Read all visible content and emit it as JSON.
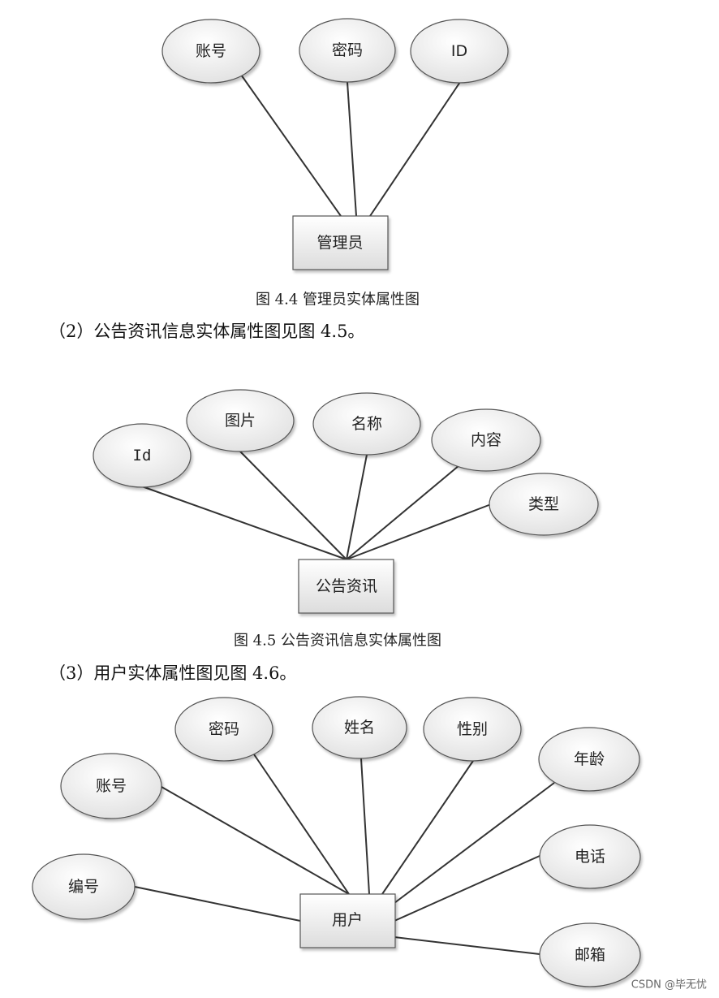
{
  "diagrams": [
    {
      "id": "admin",
      "entity": {
        "label": "管理员"
      },
      "attributes": [
        {
          "id": "a-account",
          "label": "账号"
        },
        {
          "id": "a-password",
          "label": "密码"
        },
        {
          "id": "a-id",
          "label": "ID"
        }
      ],
      "caption": "图 4.4  管理员实体属性图"
    },
    {
      "id": "notice",
      "entity": {
        "label": "公告资讯"
      },
      "attributes": [
        {
          "id": "n-id",
          "label": "Id"
        },
        {
          "id": "n-image",
          "label": "图片"
        },
        {
          "id": "n-name",
          "label": "名称"
        },
        {
          "id": "n-content",
          "label": "内容"
        },
        {
          "id": "n-type",
          "label": "类型"
        }
      ],
      "caption": "图 4.5  公告资讯信息实体属性图"
    },
    {
      "id": "user",
      "entity": {
        "label": "用户"
      },
      "attributes": [
        {
          "id": "u-account",
          "label": "账号"
        },
        {
          "id": "u-password",
          "label": "密码"
        },
        {
          "id": "u-name",
          "label": "姓名"
        },
        {
          "id": "u-gender",
          "label": "性别"
        },
        {
          "id": "u-age",
          "label": "年龄"
        },
        {
          "id": "u-phone",
          "label": "电话"
        },
        {
          "id": "u-number",
          "label": "编号"
        },
        {
          "id": "u-email",
          "label": "邮箱"
        }
      ]
    }
  ],
  "paragraphs": [
    "（2）公告资讯信息实体属性图见图 4.5。",
    "（3）用户实体属性图见图 4.6。"
  ],
  "watermark": "CSDN @毕无忧"
}
